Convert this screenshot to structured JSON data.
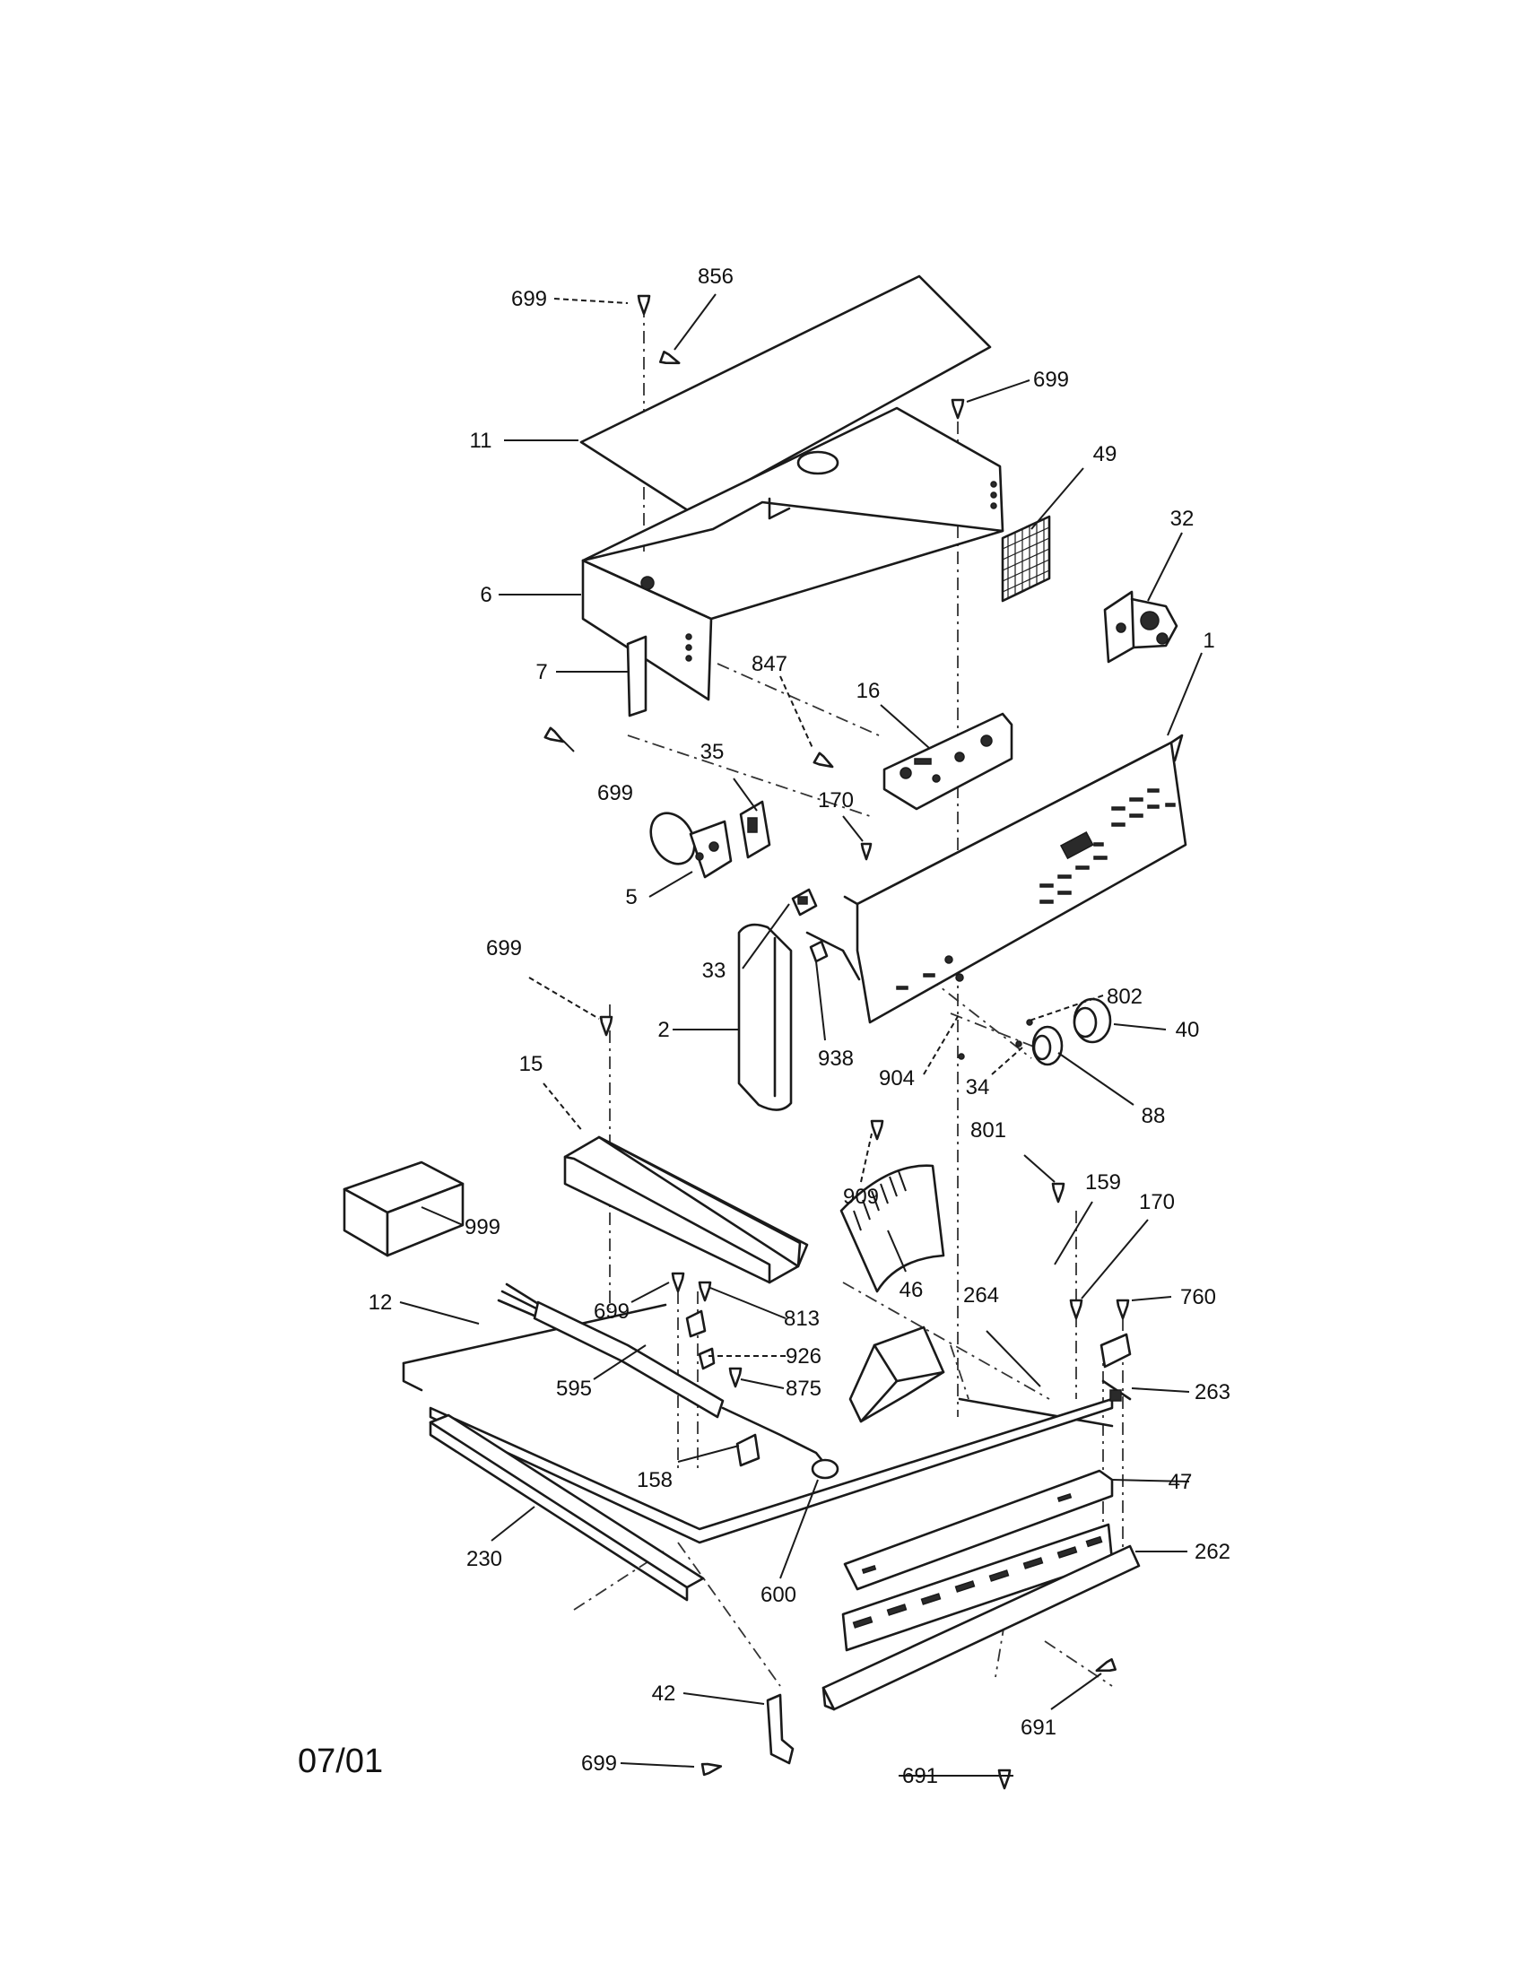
{
  "diagram": {
    "date_code": "07/01",
    "part_labels": {
      "p699a": "699",
      "p856": "856",
      "p699b": "699",
      "p11": "11",
      "p49": "49",
      "p32": "32",
      "p6": "6",
      "p1": "1",
      "p7": "7",
      "p847": "847",
      "p16": "16",
      "p699c": "699",
      "p35": "35",
      "p170a": "170",
      "p5": "5",
      "p33": "33",
      "p802": "802",
      "p699d": "699",
      "p2": "2",
      "p938": "938",
      "p40": "40",
      "p904": "904",
      "p34": "34",
      "p15": "15",
      "p88": "88",
      "p801": "801",
      "p909": "909",
      "p159": "159",
      "p170b": "170",
      "p999": "999",
      "p46": "46",
      "p12": "12",
      "p699e": "699",
      "p813": "813",
      "p264": "264",
      "p760": "760",
      "p926": "926",
      "p595": "595",
      "p875": "875",
      "p263": "263",
      "p158": "158",
      "p47": "47",
      "p230": "230",
      "p262": "262",
      "p600": "600",
      "p42": "42",
      "p691a": "691",
      "p699f": "699",
      "p691b": "691"
    }
  }
}
